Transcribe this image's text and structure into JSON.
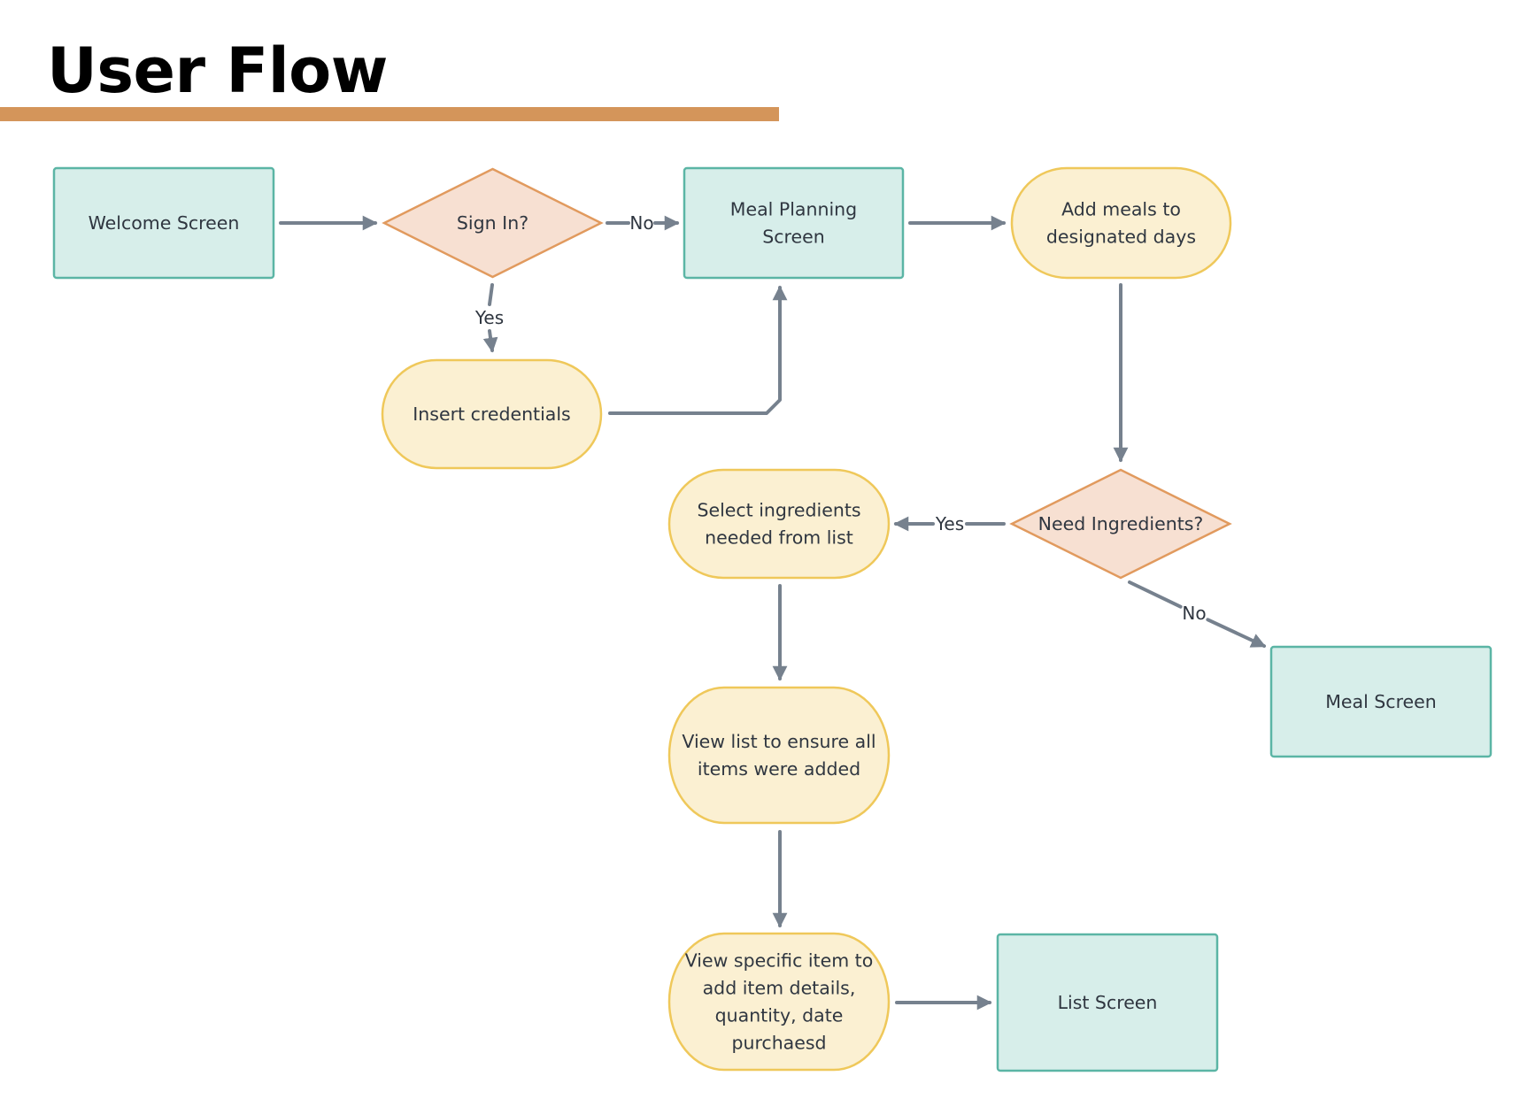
{
  "title": "User Flow",
  "colors": {
    "accent_rule": "#D4955A",
    "screen_fill": "#D7EEEA",
    "screen_stroke": "#5BB5A5",
    "decision_fill": "#F7E0D2",
    "decision_stroke": "#E19A5E",
    "action_fill": "#FBF0D2",
    "action_stroke": "#EFC85A",
    "connector": "#76818E",
    "text": "#2F3640"
  },
  "nodes": {
    "welcome": {
      "shape": "rectangle",
      "lines": [
        "Welcome Screen"
      ]
    },
    "sign_in": {
      "shape": "diamond",
      "lines": [
        "Sign In?"
      ]
    },
    "meal_planning": {
      "shape": "rectangle",
      "lines": [
        "Meal Planning",
        "Screen"
      ]
    },
    "add_meals": {
      "shape": "stadium",
      "lines": [
        "Add meals to",
        "designated days"
      ]
    },
    "insert_credentials": {
      "shape": "stadium",
      "lines": [
        "Insert credentials"
      ]
    },
    "need_ingredients": {
      "shape": "diamond",
      "lines": [
        "Need Ingredients?"
      ]
    },
    "select_ingredients": {
      "shape": "stadium",
      "lines": [
        "Select ingredients",
        "needed from list"
      ]
    },
    "meal_screen": {
      "shape": "rectangle",
      "lines": [
        "Meal Screen"
      ]
    },
    "view_list": {
      "shape": "stadium",
      "lines": [
        "View list to ensure all",
        "items were added"
      ]
    },
    "view_item": {
      "shape": "stadium",
      "lines": [
        "View specific item to",
        "add item details,",
        "quantity, date",
        "purchaesd"
      ]
    },
    "list_screen": {
      "shape": "rectangle",
      "lines": [
        "List Screen"
      ]
    }
  },
  "edges": [
    {
      "from": "welcome",
      "to": "sign_in",
      "label": ""
    },
    {
      "from": "sign_in",
      "to": "meal_planning",
      "label": "No"
    },
    {
      "from": "sign_in",
      "to": "insert_credentials",
      "label": "Yes"
    },
    {
      "from": "insert_credentials",
      "to": "meal_planning",
      "label": ""
    },
    {
      "from": "meal_planning",
      "to": "add_meals",
      "label": ""
    },
    {
      "from": "add_meals",
      "to": "need_ingredients",
      "label": ""
    },
    {
      "from": "need_ingredients",
      "to": "select_ingredients",
      "label": "Yes"
    },
    {
      "from": "need_ingredients",
      "to": "meal_screen",
      "label": "No"
    },
    {
      "from": "select_ingredients",
      "to": "view_list",
      "label": ""
    },
    {
      "from": "view_list",
      "to": "view_item",
      "label": ""
    },
    {
      "from": "view_item",
      "to": "list_screen",
      "label": ""
    }
  ]
}
